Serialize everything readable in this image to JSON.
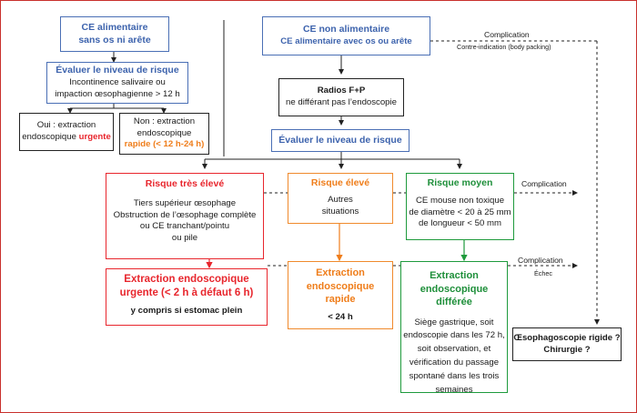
{
  "left": {
    "ce_alim_line1": "CE alimentaire",
    "ce_alim_line2": "sans os ni arête",
    "eval_title": "Évaluer le niveau de risque",
    "eval_line1": "Incontinence salivaire ou",
    "eval_line2": "impaction œsophagienne > 12 h",
    "oui_line1": "Oui : extraction",
    "oui_line2_pre": "endoscopique ",
    "oui_line2_em": "urgente",
    "non_line1": "Non : extraction",
    "non_line2": "endoscopique",
    "non_line3": "rapide (< 12 h-24 h)"
  },
  "right": {
    "ce_non_alim_line1": "CE non alimentaire",
    "ce_non_alim_line2": "CE alimentaire avec os ou arête",
    "complication_top": "Complication",
    "contre_indication": "Contre-indication (body packing)",
    "radios_line1": "Radios F+P",
    "radios_line2": "ne différant pas l’endoscopie",
    "eval_title": "Évaluer le niveau de risque"
  },
  "risk": {
    "tres_eleve_title": "Risque très élevé",
    "tres_eleve_lines": [
      "Tiers supérieur œsophage",
      "Obstruction de l’œsophage complète",
      "ou CE tranchant/pointu",
      "ou pile"
    ],
    "eleve_title": "Risque élevé",
    "eleve_lines": [
      "Autres",
      "situations"
    ],
    "moyen_title": "Risque moyen",
    "moyen_lines": [
      "CE mouse non toxique",
      "de diamètre < 20 à 25 mm",
      "de longueur < 50 mm"
    ],
    "complication_mid": "Complication"
  },
  "extraction": {
    "urgente_line1": "Extraction endoscopique",
    "urgente_line2": "urgente (< 2 h à défaut 6 h)",
    "urgente_note": "y compris si estomac plein",
    "rapide_line1": "Extraction",
    "rapide_line2": "endoscopique",
    "rapide_line3": "rapide",
    "rapide_note": "< 24 h",
    "differee_line1": "Extraction",
    "differee_line2": "endoscopique",
    "differee_line3": "différée",
    "differee_lines": [
      "Siège gastrique, soit",
      "endoscopie dans les 72 h,",
      "soit observation, et",
      "vérification du passage",
      "spontané dans les trois",
      "semaines"
    ],
    "complication_low": "Complication",
    "echec": "Échec"
  },
  "final": {
    "line1": "Œsophagoscopie rigide ?",
    "line2": "Chirurgie ?"
  },
  "colors": {
    "blue": "#3d63ad",
    "red": "#e8262d",
    "orange": "#ef7d1a",
    "green": "#1e8f3a"
  }
}
